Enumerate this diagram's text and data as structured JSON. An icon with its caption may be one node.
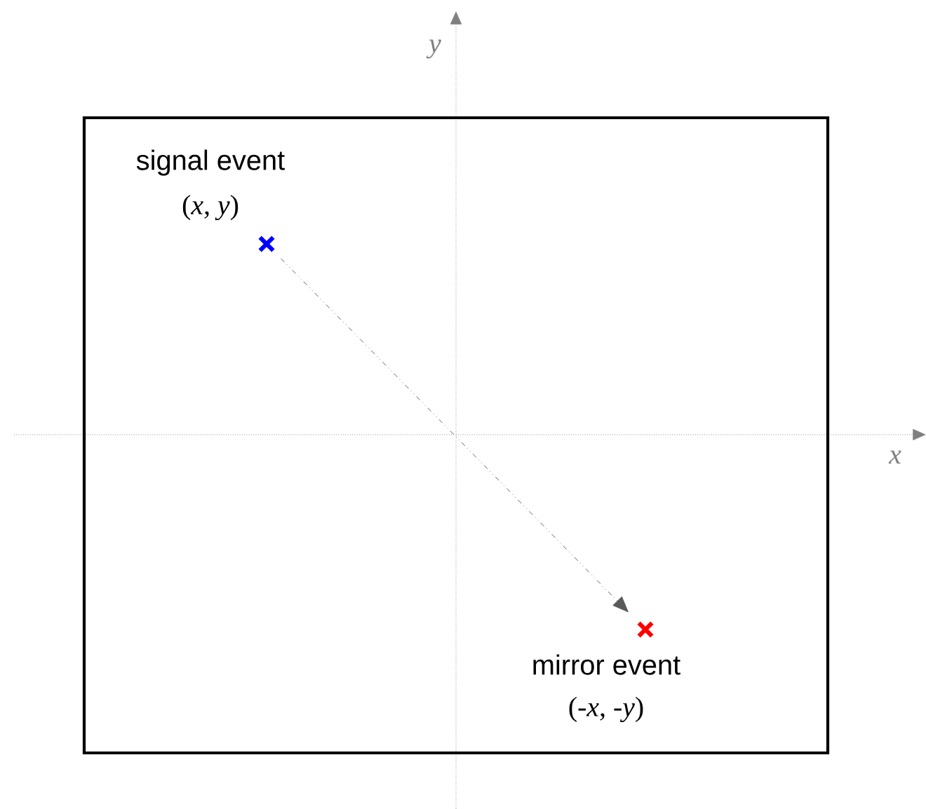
{
  "diagram": {
    "nodes": [
      {
        "text": [],
        "shape": "cross",
        "beside": [
          "signal event",
          "(*x*, *y*)"
        ]
      },
      {
        "text": [],
        "shape": "cross",
        "beside": [
          "mirror event",
          "(-*x*, -*y*)"
        ]
      }
    ],
    "edges": [
      {
        "from": 0,
        "to": 1,
        "arrow": "to",
        "style": "dashed"
      }
    ],
    "labels": [
      "*y*",
      "*x*"
    ]
  }
}
